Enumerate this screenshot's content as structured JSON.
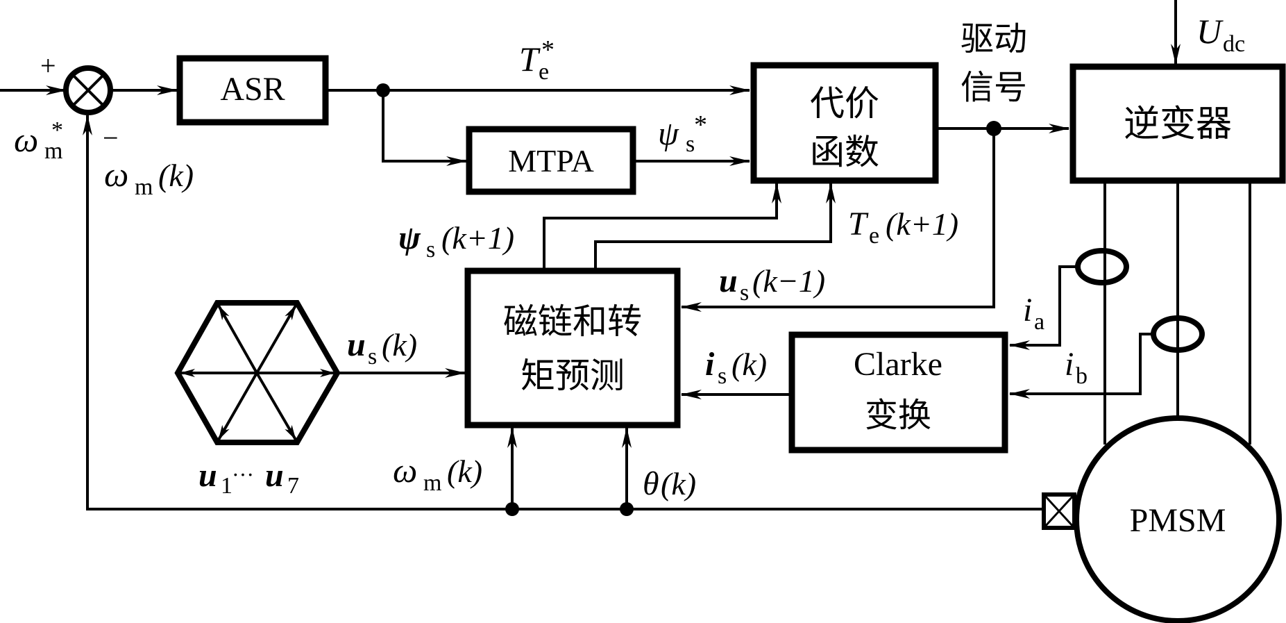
{
  "blocks": {
    "asr": "ASR",
    "mtpa": "MTPA",
    "cost_function": [
      "代价",
      "函数"
    ],
    "predictor": [
      "磁链和转",
      "矩预测"
    ],
    "clarke": [
      "Clarke",
      "变换"
    ],
    "inverter": "逆变器",
    "motor": "PMSM"
  },
  "summing_junction": {
    "plus": "+",
    "minus": "−"
  },
  "signals": {
    "speed_ref": {
      "sym": "ω",
      "sub": "m",
      "sup": "*"
    },
    "speed_fb_top": {
      "sym": "ω",
      "sub": "m",
      "arg": "(k)"
    },
    "torque_ref": {
      "sym": "T",
      "sub": "e",
      "sup": "*"
    },
    "flux_ref": {
      "sym": "ψ",
      "sub": "s",
      "sup": "*"
    },
    "drive_signal": [
      "驱动",
      "信号"
    ],
    "dc_voltage": {
      "sym": "U",
      "sub": "dc"
    },
    "flux_pred": {
      "sym": "ψ",
      "sub": "s",
      "arg": "(k+1)"
    },
    "torque_pred": {
      "sym": "T",
      "sub": "e",
      "arg": "(k+1)"
    },
    "voltage_prev": {
      "sym": "u",
      "sub": "s",
      "arg": "(k−1)"
    },
    "voltage_now": {
      "sym": "u",
      "sub": "s",
      "arg": "(k)"
    },
    "current_now": {
      "sym": "i",
      "sub": "s",
      "arg": "(k)"
    },
    "phase_a": {
      "sym": "i",
      "sub": "a"
    },
    "phase_b": {
      "sym": "i",
      "sub": "b"
    },
    "vectors": {
      "a": "u",
      "a_sub": "1",
      "dots": "···",
      "b": "u",
      "b_sub": "7"
    },
    "speed_fb_bottom": {
      "sym": "ω",
      "sub": "m",
      "arg": "(k)"
    },
    "angle": {
      "sym": "θ",
      "arg": "(k)"
    }
  },
  "icons": {
    "summing": "circle-x",
    "encoder": "boxed-x",
    "voltage_vectors": "hexagon-with-six-vectors"
  }
}
